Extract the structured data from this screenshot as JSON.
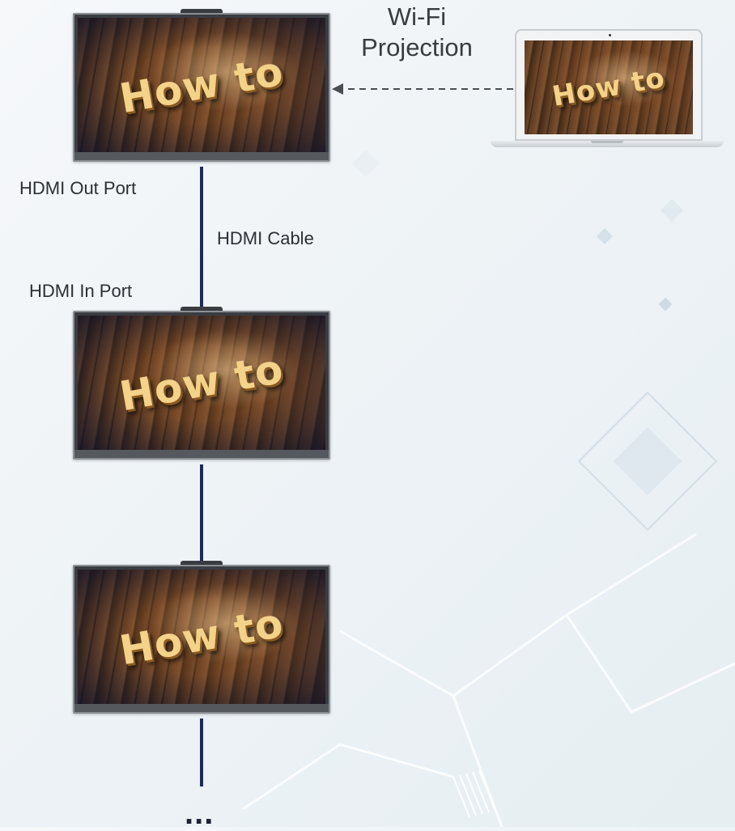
{
  "diagram": {
    "wifi_label_line1": "Wi-Fi",
    "wifi_label_line2": "Projection",
    "hdmi_out_label": "HDMI Out Port",
    "hdmi_cable_label": "HDMI Cable",
    "hdmi_in_label": "HDMI In Port",
    "screen_text": "How to",
    "continuation": "...",
    "colors": {
      "cable": "#1d2a5c",
      "arrow": "#4a4d52",
      "bezel": "#3a3d41"
    }
  }
}
